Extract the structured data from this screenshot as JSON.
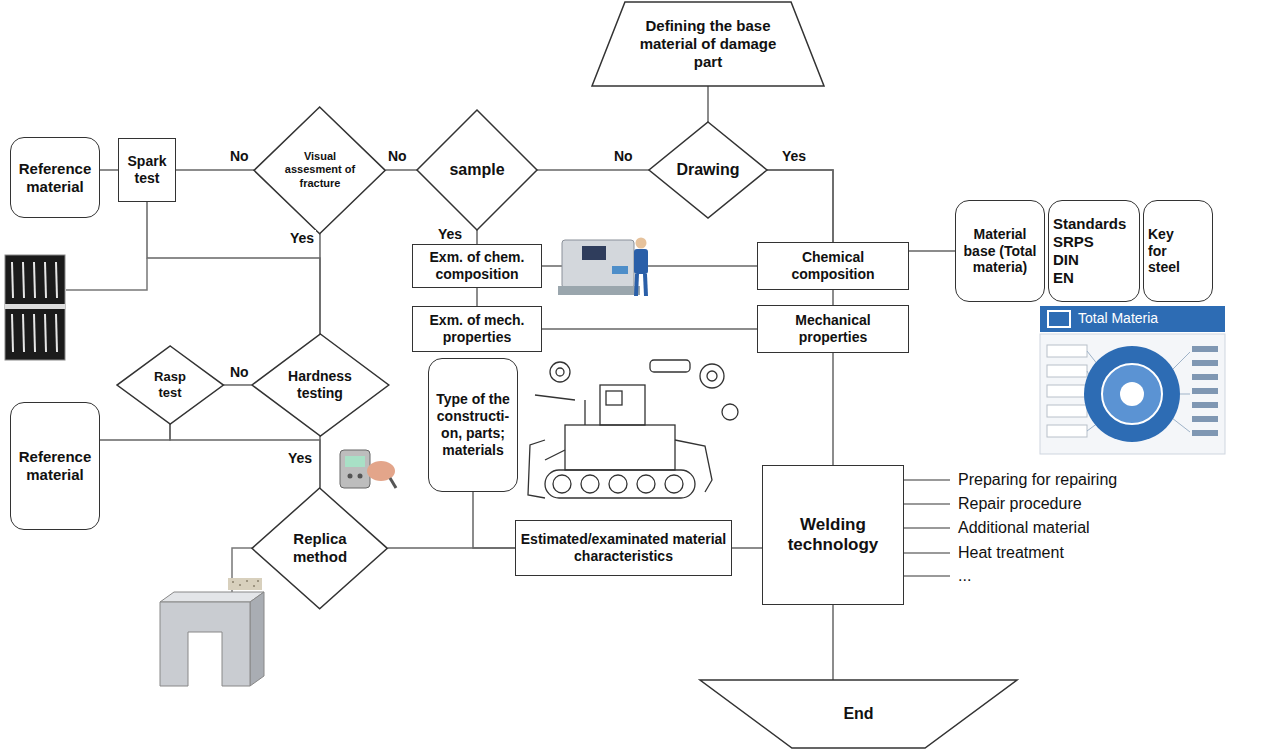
{
  "diagram": {
    "nodes": [
      {
        "text": [
          "Defining the base material of damage part"
        ]
      },
      {
        "text": [
          "Drawing"
        ]
      },
      {
        "text": [
          "sample"
        ]
      },
      {
        "text": [
          "Visual assesment of fracture"
        ]
      },
      {
        "text": [
          "Spark test"
        ]
      },
      {
        "text": [
          "Reference material"
        ]
      },
      {
        "text": [
          "Exm. of chem. composition"
        ]
      },
      {
        "text": [
          "Chemical composition"
        ]
      },
      {
        "text": [
          "Material base (Total materia)"
        ]
      },
      {
        "text": [
          "Standards SRPS DIN EN"
        ]
      },
      {
        "text": [
          "Key for steel"
        ]
      },
      {
        "text": [
          "Exm. of mech. properties"
        ]
      },
      {
        "text": [
          "Mechanical properties"
        ]
      },
      {
        "text": [
          "Rasp test"
        ]
      },
      {
        "text": [
          "Hardness testing"
        ]
      },
      {
        "text": [
          "Reference material"
        ]
      },
      {
        "text": [
          "Type of the constructi-on, parts; materials"
        ]
      },
      {
        "text": [
          "Welding technology"
        ]
      },
      {
        "text": [
          "Replica method"
        ]
      },
      {
        "text": [
          "Estimated/examinated material characteristics"
        ]
      },
      {
        "text": [
          "End"
        ]
      }
    ],
    "edges": [
      {
        "from": 0,
        "to": 1,
        "arrow": "none"
      },
      {
        "from": 1,
        "to": 2,
        "label": "No",
        "arrow": "none"
      },
      {
        "from": 1,
        "to": 7,
        "label": "Yes",
        "arrow": "none"
      },
      {
        "from": 1,
        "to": 8,
        "arrow": "none"
      },
      {
        "from": 2,
        "to": 3,
        "label": "No",
        "arrow": "none"
      },
      {
        "from": 3,
        "to": 4,
        "label": "No",
        "arrow": "none"
      },
      {
        "from": 4,
        "to": 5,
        "arrow": "none"
      },
      {
        "from": 3,
        "to": 14,
        "label": "Yes",
        "arrow": "none"
      },
      {
        "from": 4,
        "to": 14,
        "arrow": "none"
      },
      {
        "from": 2,
        "to": 6,
        "label": "Yes",
        "arrow": "none"
      },
      {
        "from": 6,
        "to": 7,
        "arrow": "none"
      },
      {
        "from": 6,
        "to": 11,
        "arrow": "none"
      },
      {
        "from": 11,
        "to": 12,
        "arrow": "none"
      },
      {
        "from": 7,
        "to": 12,
        "arrow": "none"
      },
      {
        "from": 12,
        "to": 17,
        "arrow": "none"
      },
      {
        "from": 14,
        "to": 13,
        "label": "No",
        "arrow": "none"
      },
      {
        "from": 13,
        "to": 15,
        "arrow": "none"
      },
      {
        "from": 13,
        "to": 18,
        "arrow": "none"
      },
      {
        "from": 14,
        "to": 18,
        "label": "Yes",
        "arrow": "none"
      },
      {
        "from": 18,
        "to": 19,
        "arrow": "none"
      },
      {
        "from": 16,
        "to": 19,
        "arrow": "none"
      },
      {
        "from": 19,
        "to": 17,
        "arrow": "none"
      },
      {
        "from": 17,
        "to": 20,
        "arrow": "none"
      }
    ],
    "labels": [
      "Preparing for repairing",
      "Repair procedure",
      "Additional material",
      "Heat treatment",
      "...",
      "Total Materia"
    ]
  }
}
